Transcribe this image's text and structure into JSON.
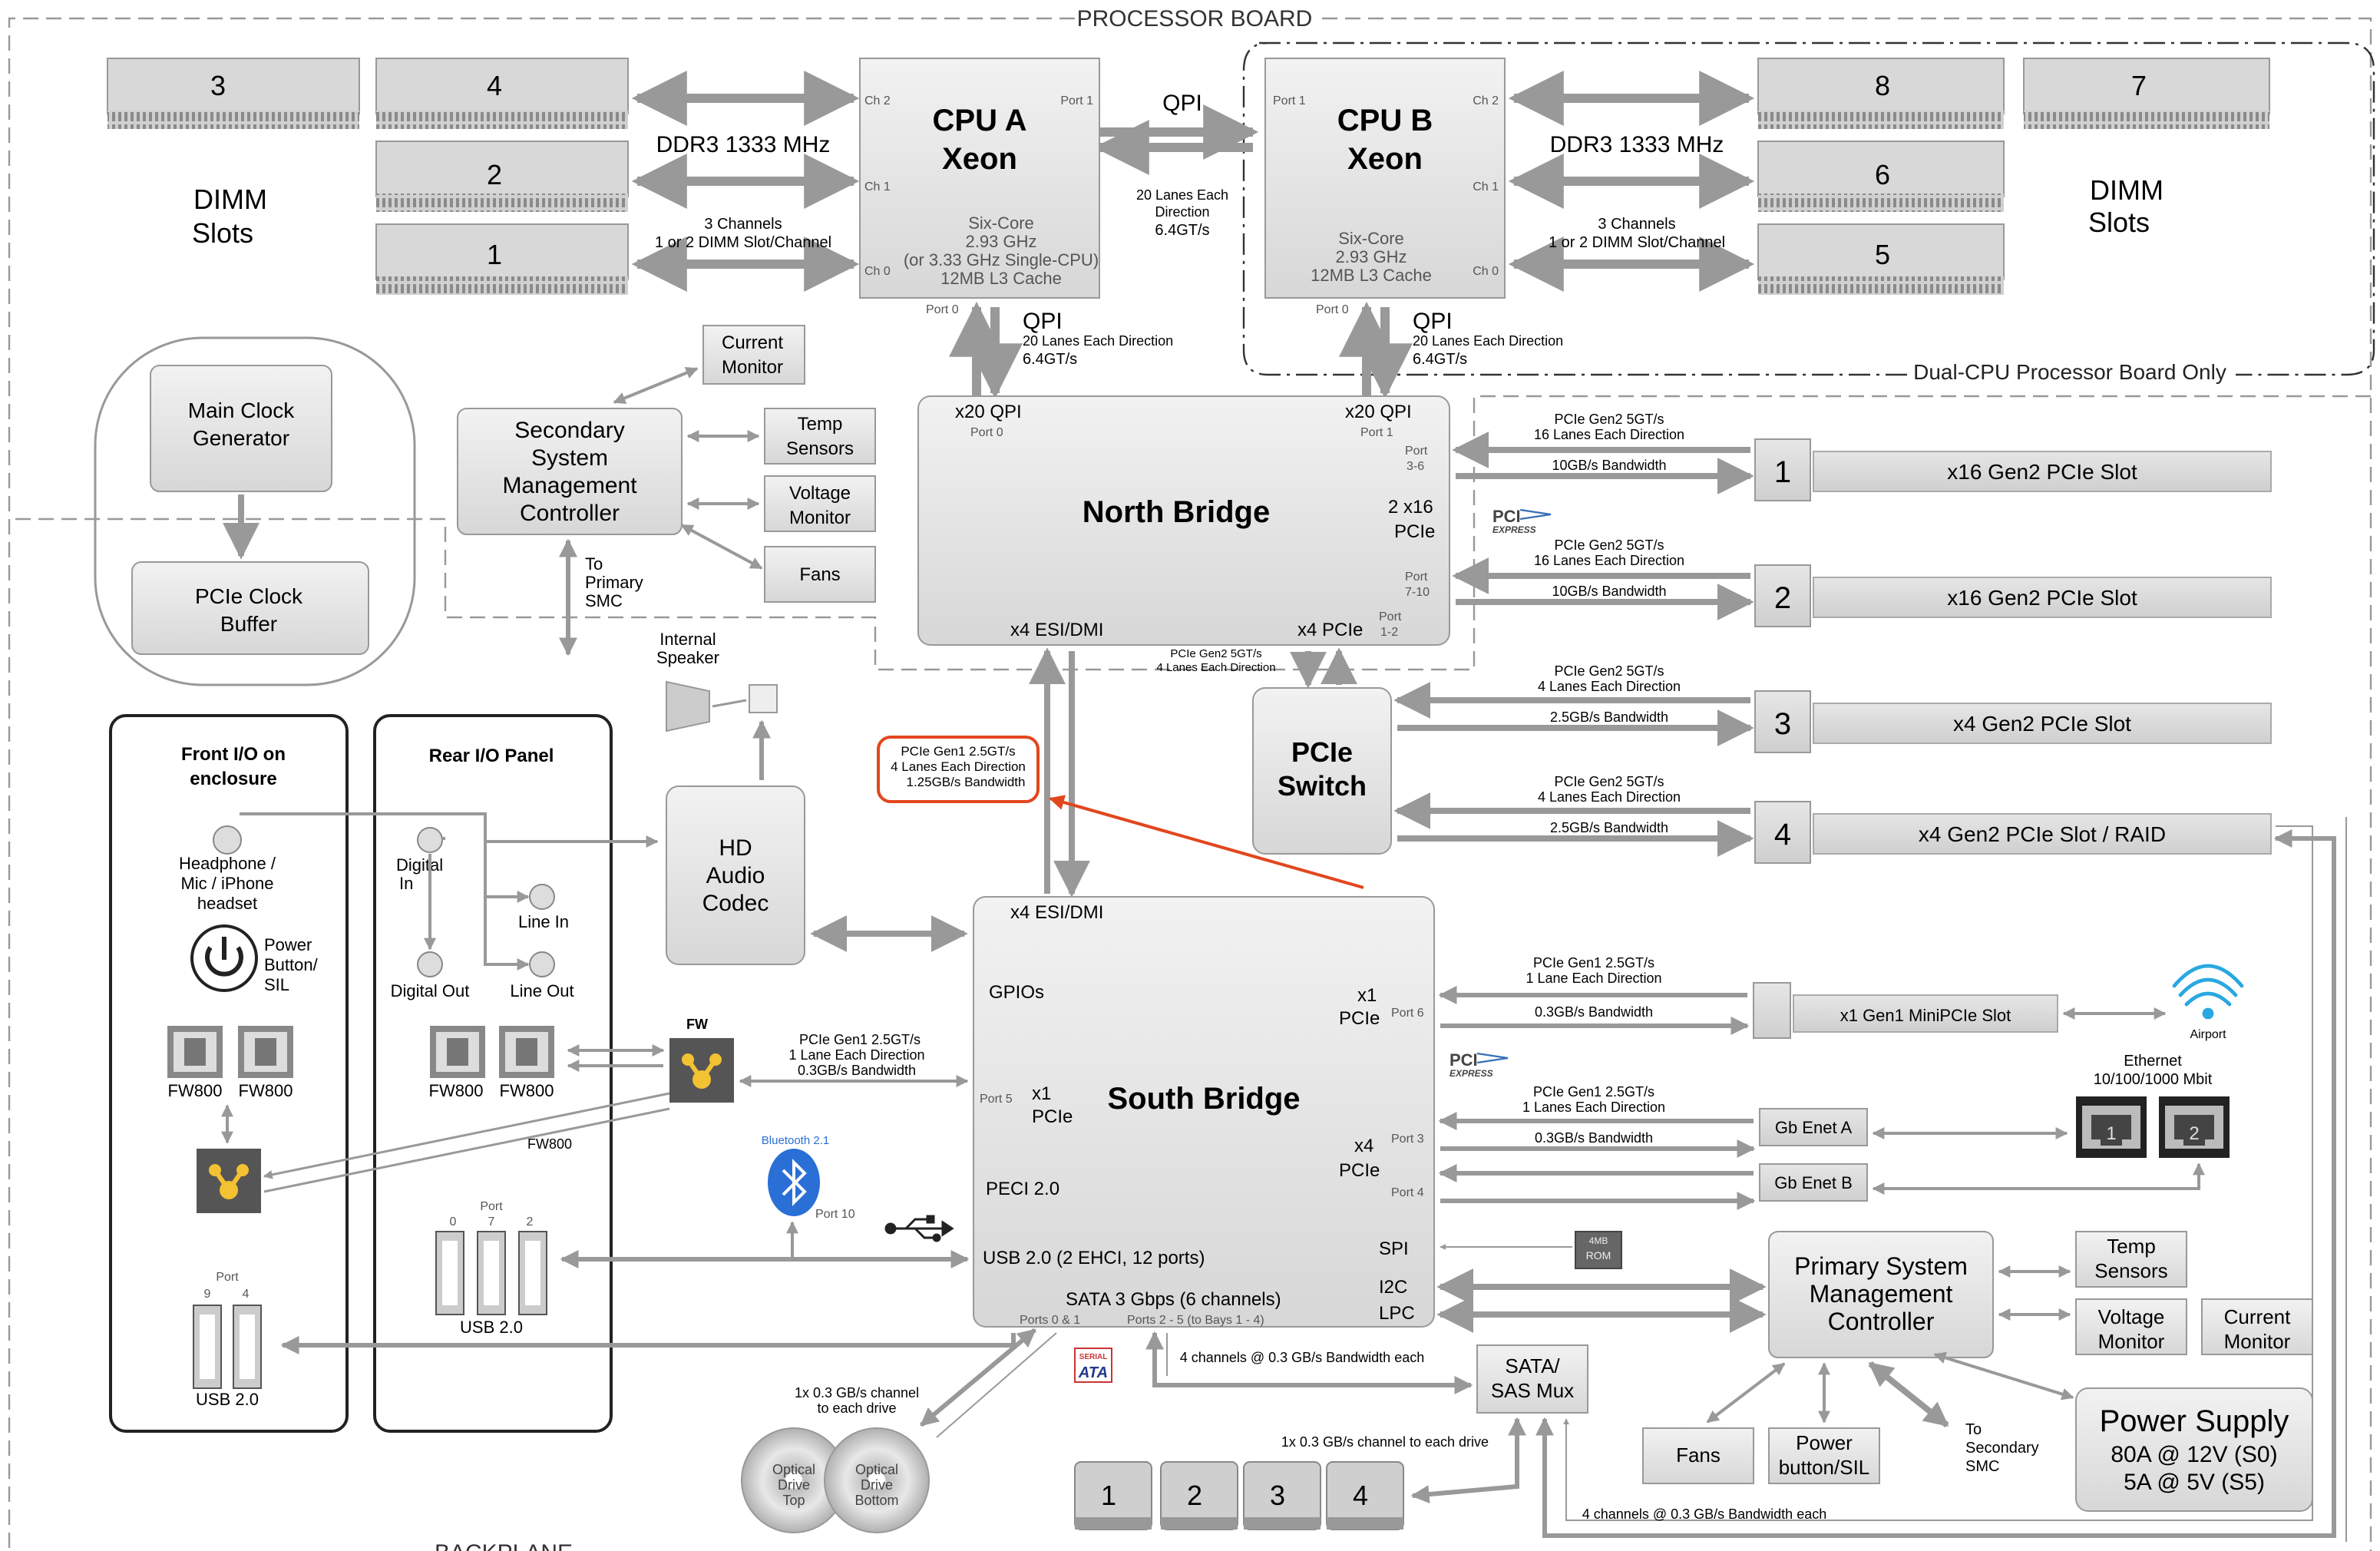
{
  "frame": {
    "processor_board": "PROCESSOR BOARD",
    "backplane": "BACKPLANE",
    "dual_cpu_only": "Dual-CPU Processor Board Only"
  },
  "cpu_a": {
    "title1": "CPU A",
    "title2": "Xeon",
    "spec1": "Six-Core",
    "spec2": "2.93 GHz",
    "spec3": "(or 3.33 GHz Single-CPU)",
    "spec4": "12MB L3 Cache",
    "ch2": "Ch 2",
    "ch1": "Ch 1",
    "ch0": "Ch 0",
    "port1": "Port 1",
    "port0": "Port 0"
  },
  "cpu_b": {
    "title1": "CPU B",
    "title2": "Xeon",
    "spec1": "Six-Core",
    "spec2": "2.93 GHz",
    "spec3": "12MB L3 Cache",
    "ch2": "Ch 2",
    "ch1": "Ch 1",
    "ch0": "Ch 0",
    "port1": "Port 1",
    "port0": "Port 0"
  },
  "memory": {
    "ddr3": "DDR3 1333 MHz",
    "channels1": "3 Channels",
    "channels2": "1 or 2 DIMM Slot/Channel",
    "dimm1": "DIMM",
    "dimm2": "Slots",
    "slots_left": [
      "3",
      "4",
      "2",
      "1"
    ],
    "slots_right": [
      "8",
      "7",
      "6",
      "5"
    ]
  },
  "qpi": {
    "label": "QPI",
    "lanes1": "20 Lanes Each",
    "lanes2": "Direction",
    "rate": "6.4GT/s",
    "lanes_each_direction": "20 Lanes Each Direction"
  },
  "north_bridge": {
    "title": "North Bridge",
    "x20qpi": "x20 QPI",
    "port0": "Port 0",
    "port1": "Port 1",
    "port36a": "Port",
    "port36b": "3-6",
    "x16a": "2 x16",
    "x16b": "PCIe",
    "port710a": "Port",
    "port710b": "7-10",
    "esi": "x4 ESI/DMI",
    "x4pcie": "x4 PCIe",
    "port12a": "Port",
    "port12b": "1-2"
  },
  "nb_pcie": {
    "lanes": "PCIe Gen2 5GT/s",
    "lanes16": "16 Lanes Each Direction",
    "lanes4": "4 Lanes Each Direction",
    "bw10": "10GB/s Bandwidth",
    "bw25": "2.5GB/s Bandwidth",
    "gen2_4lanes1": "PCIe Gen2 5GT/s",
    "gen2_4lanes2": "4 Lanes Each Direction"
  },
  "slots": {
    "n1": "1",
    "n2": "2",
    "n3": "3",
    "n4": "4",
    "s1": "x16 Gen2 PCIe Slot",
    "s2": "x16 Gen2 PCIe Slot",
    "s3": "x4 Gen2 PCIe Slot",
    "s4": "x4 Gen2 PCIe Slot / RAID"
  },
  "pci_express": {
    "pci": "PCI",
    "express": "EXPRESS"
  },
  "pcie_switch": {
    "l1": "PCIe",
    "l2": "Switch"
  },
  "dmi_callout": {
    "l1": "PCIe Gen1 2.5GT/s",
    "l2": "4 Lanes Each Direction",
    "l3": "1.25GB/s Bandwidth"
  },
  "south_bridge": {
    "title": "South Bridge",
    "esi": "x4 ESI/DMI",
    "gpios": "GPIOs",
    "x1a": "x1",
    "x1b": "PCIe",
    "port6": "Port 6",
    "port5": "Port 5",
    "x4a": "x4",
    "x4b": "PCIe",
    "port3": "Port 3",
    "port4": "Port 4",
    "peci": "PECI 2.0",
    "usb": "USB 2.0  (2 EHCI, 12 ports)",
    "spi": "SPI",
    "i2c": "I2C",
    "lpc": "LPC",
    "sata": "SATA 3 Gbps (6 channels)",
    "ports01": "Ports 0 & 1",
    "ports25": "Ports 2 - 5 (to Bays 1 - 4)"
  },
  "sb_links": {
    "gen1_1lane1": "PCIe Gen1 2.5GT/s",
    "gen1_1lane2": "1 Lane Each Direction",
    "gen1_1lanes2": "1 Lanes Each Direction",
    "bw03": "0.3GB/s Bandwidth",
    "minipcie": "x1 Gen1 MiniPCIe Slot",
    "airport": "Airport",
    "enet_a": "Gb Enet A",
    "enet_b": "Gb Enet B",
    "ethernet1": "Ethernet",
    "ethernet2": "10/100/1000 Mbit",
    "eth1": "1",
    "eth2": "2",
    "rom1": "4MB",
    "rom2": "ROM"
  },
  "clock": {
    "main1": "Main Clock",
    "main2": "Generator",
    "buf1": "PCIe Clock",
    "buf2": "Buffer"
  },
  "smc2": {
    "l1": "Secondary",
    "l2": "System",
    "l3": "Management",
    "l4": "Controller",
    "to1": "To",
    "to2": "Primary",
    "to3": "SMC",
    "cur1": "Current",
    "cur2": "Monitor",
    "temp1": "Temp",
    "temp2": "Sensors",
    "volt1": "Voltage",
    "volt2": "Monitor",
    "fans": "Fans"
  },
  "audio": {
    "speaker1": "Internal",
    "speaker2": "Speaker",
    "codec1": "HD",
    "codec2": "Audio",
    "codec3": "Codec"
  },
  "front_io": {
    "title1": "Front I/O on",
    "title2": "enclosure",
    "hp1": "Headphone /",
    "hp2": "Mic / iPhone",
    "hp3": "headset",
    "pw1": "Power",
    "pw2": "Button/",
    "pw3": "SIL",
    "fw800a": "FW800",
    "fw800b": "FW800",
    "port": "Port",
    "p9": "9",
    "p4": "4",
    "usb": "USB 2.0"
  },
  "rear_io": {
    "title": "Rear I/O Panel",
    "din1": "Digital",
    "din2": "In",
    "linein": "Line In",
    "dout": "Digital Out",
    "lineout": "Line Out",
    "fw800a": "FW800",
    "fw800b": "FW800",
    "port": "Port",
    "p0": "0",
    "p7": "7",
    "p2": "2",
    "usb": "USB 2.0"
  },
  "firewire": {
    "fw": "FW",
    "l1": "PCIe Gen1 2.5GT/s",
    "l2": "1 Lane Each Direction",
    "l3": "0.3GB/s Bandwidth",
    "fw800": "FW800"
  },
  "bluetooth": {
    "label": "Bluetooth 2.1",
    "port": "Port 10"
  },
  "psmc": {
    "l1": "Primary System",
    "l2": "Management",
    "l3": "Controller",
    "temp1": "Temp",
    "temp2": "Sensors",
    "volt1": "Voltage",
    "volt2": "Monitor",
    "cur1": "Current",
    "cur2": "Monitor",
    "fans": "Fans",
    "pb1": "Power",
    "pb2": "button/SIL",
    "to1": "To",
    "to2": "Secondary",
    "to3": "SMC"
  },
  "power": {
    "l1": "Power Supply",
    "l2": "80A @ 12V (S0)",
    "l3": "5A @ 5V (S5)"
  },
  "storage": {
    "mux1": "SATA/",
    "mux2": "SAS Mux",
    "ch4": "4 channels @ 0.3 GB/s Bandwidth each",
    "ch4b": "4 channels @ 0.3 GB/s Bandwidth each",
    "each": "1x 0.3 GB/s channel to each drive",
    "od1": "1x 0.3 GB/s channel",
    "od2": "to each drive",
    "opt_top1": "Optical",
    "opt_top2": "Drive",
    "opt_top3": "Top",
    "opt_bot1": "Optical",
    "opt_bot2": "Drive",
    "opt_bot3": "Bottom",
    "bays": [
      "1",
      "2",
      "3",
      "4"
    ],
    "serial": "SERIAL",
    "ata": "ATA"
  },
  "colors": {
    "arrow": "#9a9a9a",
    "box_fill": "#e4e4e4",
    "box_stroke": "#9a9a9a",
    "callout": "#e2461e",
    "wifi": "#29a8e0",
    "bluetooth": "#2a6fd6"
  }
}
